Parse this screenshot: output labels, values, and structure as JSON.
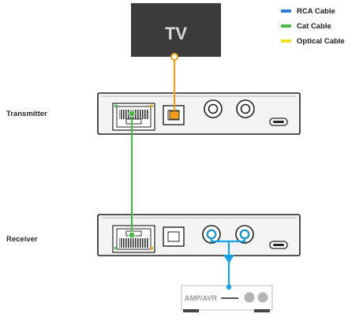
{
  "legend": [
    {
      "label": "RCA Cable",
      "color": "#2d7dd2"
    },
    {
      "label": "Cat Cable",
      "color": "#4cb84a"
    },
    {
      "label": "Optical Cable",
      "color": "#f2e01e"
    }
  ],
  "labels": {
    "tv": "TV",
    "transmitter": "Transmitter",
    "receiver": "Receiver",
    "amp": "AMP/AVR"
  },
  "colors": {
    "optical_line": "#f0a01e",
    "cat_line": "#4cb84a",
    "rca_line": "#16a2e6",
    "device_body": "#f4f4f4",
    "device_outline": "#222222",
    "tv_body": "#3b3b3b"
  }
}
